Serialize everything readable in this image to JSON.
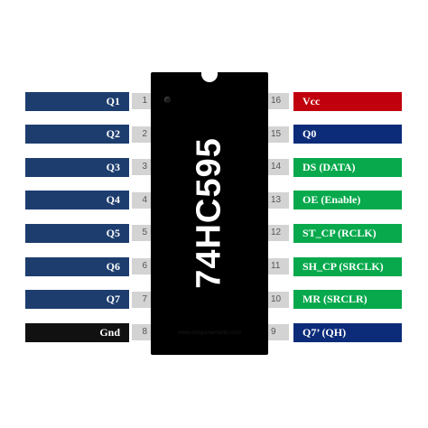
{
  "chip": {
    "part_number": "74HC595",
    "watermark": "www.componentsinfo.com",
    "body_color": "#000000"
  },
  "colors": {
    "navy": "#1d3d6e",
    "dark_blue": "#0c2c7a",
    "red": "#c1000d",
    "green": "#07a94c",
    "black": "#111111",
    "pin_gray": "#d3d3d3"
  },
  "left_pins": [
    {
      "number": "1",
      "label": "Q1",
      "color": "#1d3d6e"
    },
    {
      "number": "2",
      "label": "Q2",
      "color": "#1d3d6e"
    },
    {
      "number": "3",
      "label": "Q3",
      "color": "#1d3d6e"
    },
    {
      "number": "4",
      "label": "Q4",
      "color": "#1d3d6e"
    },
    {
      "number": "5",
      "label": "Q5",
      "color": "#1d3d6e"
    },
    {
      "number": "6",
      "label": "Q6",
      "color": "#1d3d6e"
    },
    {
      "number": "7",
      "label": "Q7",
      "color": "#1d3d6e"
    },
    {
      "number": "8",
      "label": "Gnd",
      "color": "#111111"
    }
  ],
  "right_pins": [
    {
      "number": "16",
      "label": "Vcc",
      "color": "#c1000d"
    },
    {
      "number": "15",
      "label": "Q0",
      "color": "#0c2c7a"
    },
    {
      "number": "14",
      "label": "DS (DATA)",
      "color": "#07a94c"
    },
    {
      "number": "13",
      "label": "OE (Enable)",
      "color": "#07a94c"
    },
    {
      "number": "12",
      "label": "ST_CP (RCLK)",
      "color": "#07a94c"
    },
    {
      "number": "11",
      "label": "SH_CP (SRCLK)",
      "color": "#07a94c"
    },
    {
      "number": "10",
      "label": "MR (SRCLR)",
      "color": "#07a94c"
    },
    {
      "number": "9",
      "label": "Q7’ (QH)",
      "color": "#0c2c7a"
    }
  ]
}
